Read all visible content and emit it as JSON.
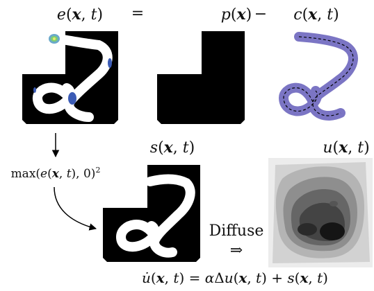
{
  "equation_top": {
    "e_label": "e(x, t)",
    "equals": "=",
    "p_label": "p(x)",
    "minus": "−",
    "c_label": "c(x, t)"
  },
  "left_column": {
    "max_label": "max(e(x, t), 0)²"
  },
  "middle": {
    "s_label": "s(x, t)",
    "diffuse_label": "Diffuse",
    "implies": "⇒"
  },
  "right": {
    "u_label": "u(x, t)"
  },
  "bottom_equation": "˙u(x, t) = αΔu(x, t) + s(x, t)"
}
